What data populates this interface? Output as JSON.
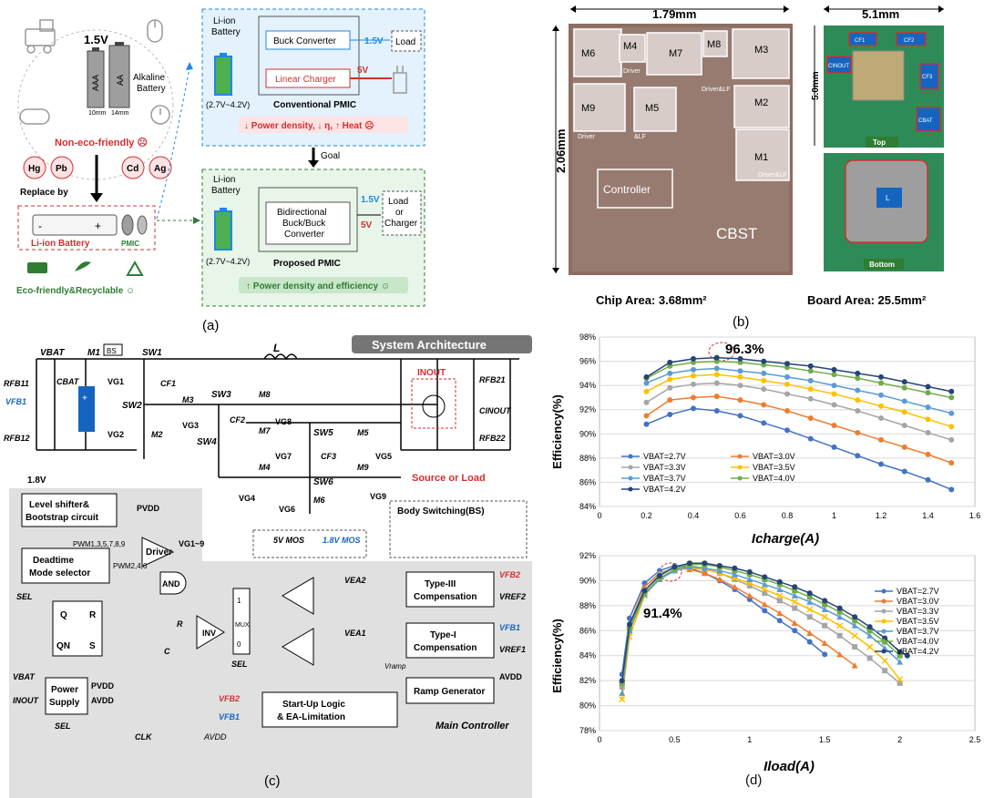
{
  "panels": {
    "a": {
      "label": "(a)",
      "top": {
        "battery_voltage": "1.5V",
        "aaa": "AAA",
        "aa": "AA",
        "alkaline": "Alkaline",
        "battery_word": "Battery",
        "dim_aaa": "10mm",
        "dim_aa": "14mm",
        "non_eco": "Non-eco-friendly ☹",
        "elements": [
          "Hg",
          "Pb",
          "Cd",
          "Ag"
        ],
        "replace_by": "Replace by",
        "li_ion_battery": "Li-ion Battery",
        "pmic": "PMIC",
        "eco_friendly": "Eco-friendly&Recyclable ☺"
      },
      "conventional": {
        "li_ion": "Li-ion",
        "battery": "Battery",
        "buck": "Buck Converter",
        "linear": "Linear Charger",
        "v15": "1.5V",
        "v5": "5V",
        "load": "Load",
        "range": "(2.7V~4.2V)",
        "title": "Conventional PMIC",
        "drawback": "↓ Power density, ↓ η, ↑ Heat ☹"
      },
      "goal": "Goal",
      "proposed": {
        "li_ion": "Li-ion",
        "battery": "Battery",
        "bidir1": "Bidirectional",
        "bidir2": "Buck/Buck",
        "bidir3": "Converter",
        "v15": "1.5V",
        "v5": "5V",
        "load1": "Load",
        "load2": "or",
        "load3": "Charger",
        "range": "(2.7V~4.2V)",
        "title": "Proposed PMIC",
        "benefit": "↑ Power density and efficiency ☺"
      }
    },
    "b": {
      "label": "(b)",
      "chip_w": "1.79mm",
      "chip_h": "2.06mm",
      "blocks": [
        "M6",
        "M4",
        "M7",
        "M8",
        "M3",
        "M9",
        "M5",
        "M2",
        "M1"
      ],
      "driver": "Driver",
      "driver_lf": "Driver&LF",
      "lf": "&LF",
      "controller": "Controller",
      "cbst": "CBST",
      "chip_area": "Chip Area: 3.68mm²",
      "board_w": "5.1mm",
      "board_h": "5.0mm",
      "caps": [
        "CF1",
        "CF2",
        "CINOUT",
        "CF3",
        "CBAT"
      ],
      "top": "Top",
      "bottom": "Bottom",
      "ind": "L",
      "board_area": "Board Area: 25.5mm²"
    },
    "c": {
      "label": "(c)",
      "sys_arch": "System Architecture",
      "nodes": {
        "vbat": "VBAT",
        "m1": "M1",
        "bs": "BS",
        "sw1": "SW1",
        "l": "L",
        "rfb11": "RFB11",
        "cbat": "CBAT",
        "vfb1": "VFB1",
        "rfb12": "RFB12",
        "vg1": "VG1",
        "cf1": "CF1",
        "sw2": "SW2",
        "m3": "M3",
        "sw3": "SW3",
        "m8": "M8",
        "vg2": "VG2",
        "m2": "M2",
        "vg3": "VG3",
        "cf2": "CF2",
        "vg8": "VG8",
        "m7": "M7",
        "sw4": "SW4",
        "vg7": "VG7",
        "sw5": "SW5",
        "m5": "M5",
        "vg5": "VG5",
        "cf3": "CF3",
        "m4": "M4",
        "vg4": "VG4",
        "sw6": "SW6",
        "m9": "M9",
        "vg9": "VG9",
        "m6": "M6",
        "vg6": "VG6",
        "inout": "INOUT",
        "rfb21": "RFB21",
        "cinout": "CINOUT",
        "rfb22": "RFB22",
        "source_load": "Source or Load",
        "mos5": "5V MOS",
        "mos18": "1.8V MOS",
        "body_sw": "Body Switching(BS)"
      },
      "ctrl": {
        "v18": "1.8V",
        "level": "Level shifter&",
        "bootstrap": "Bootstrap circuit",
        "pvdd": "PVDD",
        "pwm1": "PWM1,3,5,7,8,9",
        "pwm2": "PWM2,4,6",
        "driver": "Driver",
        "vg19": "VG1~9",
        "deadtime": "Deadtime",
        "mode": "Mode selector",
        "sel": "SEL",
        "and": "AND",
        "q": "Q",
        "r": "R",
        "qn": "QN",
        "s": "S",
        "inv": "INV",
        "res": "R",
        "cap": "C",
        "mux": "MUX",
        "mux1": "1",
        "mux0": "0",
        "vea2": "VEA2",
        "vea1": "VEA1",
        "type3a": "Type-III",
        "type3b": "Compensation",
        "type1a": "Type-I",
        "type1b": "Compensation",
        "vfb2": "VFB2",
        "vref2": "VREF2",
        "vfb1": "VFB1",
        "vref1": "VREF1",
        "vramp": "Vramp",
        "vbat": "VBAT",
        "inout": "INOUT",
        "power": "Power",
        "supply": "Supply",
        "pvdd2": "PVDD",
        "avdd": "AVDD",
        "clk": "CLK",
        "avdd2": "AVDD",
        "startup1": "Start-Up Logic",
        "startup2": "& EA-Limitation",
        "ramp": "Ramp Generator",
        "avdd3": "AVDD",
        "main": "Main Controller"
      }
    },
    "d": {
      "label": "(d)"
    }
  },
  "chart_data": [
    {
      "type": "line",
      "ylabel": "Efficiency(%)",
      "xlabel": "Icharge(A)",
      "xlim": [
        0,
        1.6
      ],
      "ylim": [
        84,
        98
      ],
      "xticks": [
        0,
        0.2,
        0.4,
        0.6,
        0.8,
        1,
        1.2,
        1.4,
        1.6
      ],
      "yticks": [
        84,
        86,
        88,
        90,
        92,
        94,
        96,
        98
      ],
      "annotation": "96.3%",
      "x": [
        0.2,
        0.3,
        0.4,
        0.5,
        0.6,
        0.7,
        0.8,
        0.9,
        1.0,
        1.1,
        1.2,
        1.3,
        1.4,
        1.5
      ],
      "series": [
        {
          "name": "VBAT=2.7V",
          "color": "#4472c4",
          "marker": "circle",
          "values": [
            90.8,
            91.6,
            92.1,
            91.9,
            91.5,
            90.9,
            90.3,
            89.6,
            88.9,
            88.2,
            87.5,
            86.9,
            86.2,
            85.4
          ]
        },
        {
          "name": "VBAT=3.0V",
          "color": "#ed7d31",
          "marker": "circle",
          "values": [
            91.5,
            92.8,
            93.0,
            93.1,
            92.8,
            92.4,
            91.9,
            91.3,
            90.7,
            90.1,
            89.5,
            88.9,
            88.3,
            87.6
          ]
        },
        {
          "name": "VBAT=3.3V",
          "color": "#a5a5a5",
          "marker": "circle",
          "values": [
            92.6,
            93.8,
            94.1,
            94.2,
            94.0,
            93.7,
            93.3,
            92.9,
            92.4,
            91.9,
            91.3,
            90.7,
            90.1,
            89.5
          ]
        },
        {
          "name": "VBAT=3.5V",
          "color": "#ffc000",
          "marker": "circle",
          "values": [
            93.5,
            94.5,
            94.8,
            94.9,
            94.7,
            94.4,
            94.1,
            93.7,
            93.3,
            92.8,
            92.3,
            91.8,
            91.2,
            90.6
          ]
        },
        {
          "name": "VBAT=3.7V",
          "color": "#5b9bd5",
          "marker": "circle",
          "values": [
            94.2,
            95.0,
            95.3,
            95.4,
            95.2,
            95.0,
            94.7,
            94.4,
            94.0,
            93.6,
            93.2,
            92.7,
            92.2,
            91.7
          ]
        },
        {
          "name": "VBAT=4.0V",
          "color": "#70ad47",
          "marker": "circle",
          "values": [
            94.6,
            95.6,
            95.9,
            96.0,
            95.9,
            95.7,
            95.5,
            95.2,
            94.9,
            94.6,
            94.2,
            93.8,
            93.4,
            93.0
          ]
        },
        {
          "name": "VBAT=4.2V",
          "color": "#264478",
          "marker": "circle",
          "values": [
            94.7,
            95.9,
            96.2,
            96.3,
            96.2,
            96.0,
            95.8,
            95.6,
            95.3,
            95.0,
            94.7,
            94.3,
            93.9,
            93.5
          ]
        }
      ]
    },
    {
      "type": "line",
      "ylabel": "Efficiency(%)",
      "xlabel": "Iload(A)",
      "xlim": [
        0,
        2.5
      ],
      "ylim": [
        78,
        92
      ],
      "xticks": [
        0,
        0.5,
        1,
        1.5,
        2,
        2.5
      ],
      "yticks": [
        78,
        80,
        82,
        84,
        86,
        88,
        90,
        92
      ],
      "annotation": "91.4%",
      "series": [
        {
          "name": "VBAT=2.7V",
          "color": "#4472c4",
          "marker": "circle",
          "x": [
            0.15,
            0.2,
            0.3,
            0.4,
            0.5,
            0.6,
            0.7,
            0.8,
            0.9,
            1.0,
            1.1,
            1.2,
            1.3,
            1.4,
            1.5
          ],
          "values": [
            82.5,
            87.0,
            89.8,
            90.8,
            91.2,
            91.0,
            90.6,
            90.0,
            89.3,
            88.5,
            87.6,
            86.8,
            86.0,
            85.1,
            84.1
          ]
        },
        {
          "name": "VBAT=3.0V",
          "color": "#ed7d31",
          "marker": "triangle",
          "x": [
            0.15,
            0.2,
            0.3,
            0.4,
            0.5,
            0.6,
            0.7,
            0.8,
            0.9,
            1.0,
            1.1,
            1.2,
            1.3,
            1.4,
            1.5,
            1.6,
            1.7
          ],
          "values": [
            82.0,
            86.5,
            89.5,
            90.6,
            91.0,
            90.9,
            90.6,
            90.1,
            89.5,
            88.8,
            88.1,
            87.4,
            86.6,
            85.8,
            85.0,
            84.1,
            83.2
          ]
        },
        {
          "name": "VBAT=3.3V",
          "color": "#a5a5a5",
          "marker": "square",
          "x": [
            0.15,
            0.2,
            0.3,
            0.4,
            0.5,
            0.6,
            0.7,
            0.8,
            0.9,
            1.0,
            1.1,
            1.2,
            1.3,
            1.4,
            1.5,
            1.6,
            1.7,
            1.8,
            1.9,
            2.0
          ],
          "values": [
            81.5,
            86.0,
            89.2,
            90.5,
            91.1,
            91.2,
            91.0,
            90.6,
            90.1,
            89.6,
            89.0,
            88.4,
            87.8,
            87.1,
            86.4,
            85.6,
            84.7,
            83.8,
            82.8,
            81.8
          ]
        },
        {
          "name": "VBAT=3.5V",
          "color": "#ffc000",
          "marker": "x",
          "x": [
            0.15,
            0.2,
            0.3,
            0.4,
            0.5,
            0.6,
            0.7,
            0.8,
            0.9,
            1.0,
            1.1,
            1.2,
            1.3,
            1.4,
            1.5,
            1.6,
            1.7,
            1.8,
            1.9,
            2.0
          ],
          "values": [
            80.5,
            85.5,
            88.8,
            90.2,
            90.9,
            91.0,
            90.9,
            90.6,
            90.2,
            89.8,
            89.3,
            88.8,
            88.3,
            87.7,
            87.1,
            86.4,
            85.6,
            84.7,
            83.6,
            82.1
          ]
        },
        {
          "name": "VBAT=3.7V",
          "color": "#5b9bd5",
          "marker": "triangle",
          "x": [
            0.15,
            0.2,
            0.3,
            0.4,
            0.5,
            0.6,
            0.7,
            0.8,
            0.9,
            1.0,
            1.1,
            1.2,
            1.3,
            1.4,
            1.5,
            1.6,
            1.7,
            1.8,
            1.9,
            2.0
          ],
          "values": [
            81.0,
            86.0,
            88.9,
            90.1,
            90.8,
            91.1,
            91.0,
            90.8,
            90.5,
            90.1,
            89.7,
            89.3,
            88.8,
            88.3,
            87.7,
            87.1,
            86.4,
            85.6,
            84.6,
            83.5
          ]
        },
        {
          "name": "VBAT=4.0V",
          "color": "#70ad47",
          "marker": "square",
          "x": [
            0.15,
            0.2,
            0.3,
            0.4,
            0.5,
            0.6,
            0.7,
            0.8,
            0.9,
            1.0,
            1.1,
            1.2,
            1.3,
            1.4,
            1.5,
            1.6,
            1.7,
            1.8,
            1.9,
            2.0
          ],
          "values": [
            81.8,
            86.2,
            89.0,
            90.2,
            90.9,
            91.3,
            91.3,
            91.1,
            90.8,
            90.5,
            90.1,
            89.7,
            89.2,
            88.7,
            88.1,
            87.5,
            86.8,
            86.0,
            85.1,
            84.0
          ]
        },
        {
          "name": "VBAT=4.2V",
          "color": "#264478",
          "marker": "circle",
          "x": [
            0.15,
            0.2,
            0.3,
            0.4,
            0.5,
            0.6,
            0.7,
            0.8,
            0.9,
            1.0,
            1.1,
            1.2,
            1.3,
            1.4,
            1.5,
            1.6,
            1.7,
            1.8,
            1.9,
            2.0,
            2.05
          ],
          "values": [
            82.0,
            86.5,
            89.2,
            90.4,
            91.1,
            91.4,
            91.4,
            91.2,
            91.0,
            90.7,
            90.3,
            89.9,
            89.5,
            89.0,
            88.4,
            87.8,
            87.1,
            86.3,
            85.4,
            84.3,
            84.0
          ]
        }
      ]
    }
  ]
}
